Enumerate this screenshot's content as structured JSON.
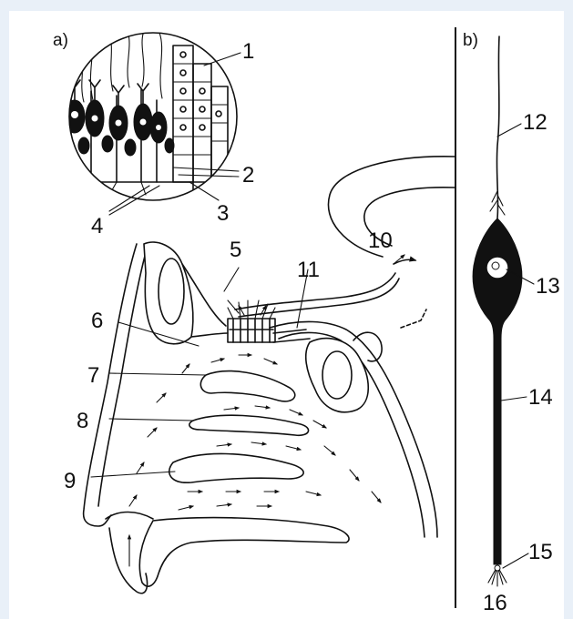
{
  "panels": [
    {
      "id": "a",
      "text": "a)"
    },
    {
      "id": "b",
      "text": "b)"
    }
  ],
  "labels": [
    {
      "id": "1",
      "text": "1"
    },
    {
      "id": "2",
      "text": "2"
    },
    {
      "id": "3",
      "text": "3"
    },
    {
      "id": "4",
      "text": "4"
    },
    {
      "id": "5",
      "text": "5"
    },
    {
      "id": "6",
      "text": "6"
    },
    {
      "id": "7",
      "text": "7"
    },
    {
      "id": "8",
      "text": "8"
    },
    {
      "id": "9",
      "text": "9"
    },
    {
      "id": "10",
      "text": "10"
    },
    {
      "id": "11",
      "text": "11"
    },
    {
      "id": "12",
      "text": "12"
    },
    {
      "id": "13",
      "text": "13"
    },
    {
      "id": "14",
      "text": "14"
    },
    {
      "id": "15",
      "text": "15"
    },
    {
      "id": "16",
      "text": "16"
    }
  ],
  "colors": {
    "background": "#e9f0f8",
    "panel": "#ffffff",
    "ink": "#111111"
  }
}
